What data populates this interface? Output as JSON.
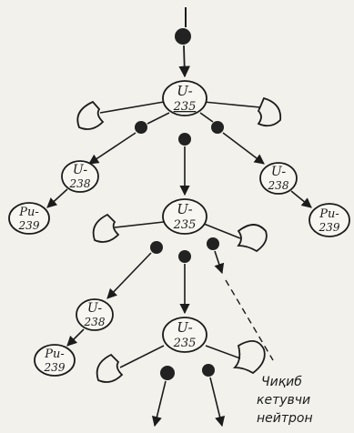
{
  "diagram": {
    "nodes": {
      "u235_a": {
        "line1": "U-",
        "line2": "235"
      },
      "u238_left_1": {
        "line1": "U-",
        "line2": "238"
      },
      "u238_right_1": {
        "line1": "U-",
        "line2": "238"
      },
      "pu239_left_1": {
        "line1": "Pu-",
        "line2": "239"
      },
      "pu239_right_1": {
        "line1": "Pu-",
        "line2": "239"
      },
      "u235_b": {
        "line1": "U-",
        "line2": "235"
      },
      "u238_left_2": {
        "line1": "U-",
        "line2": "238"
      },
      "pu239_left_2": {
        "line1": "Pu-",
        "line2": "239"
      },
      "u235_c": {
        "line1": "U-",
        "line2": "235"
      }
    },
    "caption": {
      "line1": "Чиқиб",
      "line2": "кетувчи",
      "line3": "нейтрон"
    },
    "colors": {
      "ink": "#1c1c1c",
      "neutron": "#222222",
      "paper": "#f2f1ec"
    }
  }
}
